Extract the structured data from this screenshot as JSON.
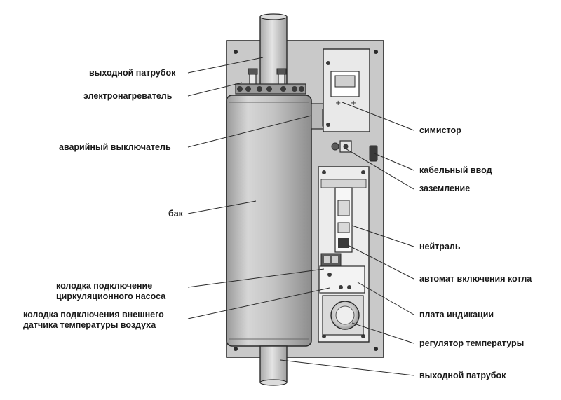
{
  "labels": {
    "outlet_top": "выходной патрубок",
    "heater": "электронагреватель",
    "emergency_switch": "аварийный выключатель",
    "tank": "бак",
    "pump_block_line1": "колодка подключение",
    "pump_block_line2": "циркуляционного насоса",
    "sensor_block_line1": "колодка подключения внешнего",
    "sensor_block_line2": "датчика температуры воздуха",
    "triac": "симистор",
    "cable_entry": "кабельный ввод",
    "ground": "заземление",
    "neutral": "нейтраль",
    "breaker": "автомат включения котла",
    "indicator_board": "плата индикации",
    "thermostat": "регулятор температуры",
    "outlet_bottom": "выходной патрубок"
  },
  "colors": {
    "panel": "#c9c9c9",
    "tank_mid": "#bdbdbd",
    "pipe": "#d0d0d0",
    "outline": "#2a2a2a",
    "text": "#1a1a1a"
  }
}
